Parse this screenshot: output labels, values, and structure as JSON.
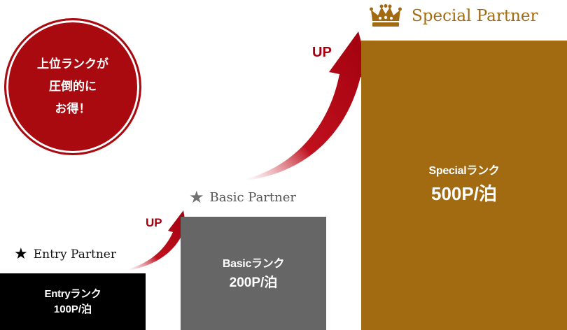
{
  "badge": {
    "line1": "上位ランクが",
    "line2": "圧倒的に",
    "line3": "お得！"
  },
  "tiers": {
    "entry": {
      "label": "Entry Partner",
      "rank": "Entryランク",
      "points": "100P/泊",
      "color": "#000000"
    },
    "basic": {
      "label": "Basic Partner",
      "rank": "Basicランク",
      "points": "200P/泊",
      "color": "#666666"
    },
    "special": {
      "label": "Special Partner",
      "rank": "Specialランク",
      "points": "500P/泊",
      "color": "#a26b12"
    }
  },
  "arrows": {
    "up_label_1": "UP",
    "up_label_2": "UP",
    "color": "#a50010"
  },
  "icons": {
    "entry_icon": "star-icon",
    "basic_icon": "star-icon",
    "special_icon": "crown-icon"
  }
}
